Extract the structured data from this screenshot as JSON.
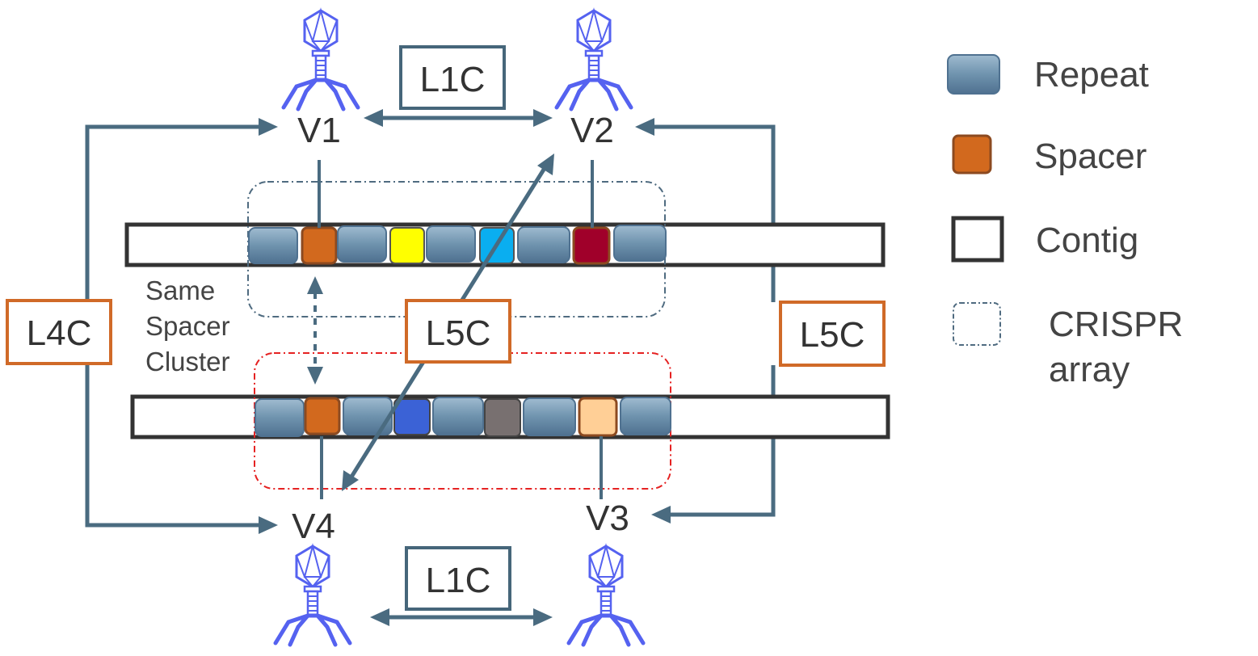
{
  "viruses": [
    {
      "id": "v1",
      "label": "V1"
    },
    {
      "id": "v2",
      "label": "V2"
    },
    {
      "id": "v3",
      "label": "V3"
    },
    {
      "id": "v4",
      "label": "V4"
    }
  ],
  "links": {
    "top_l1c": "L1C",
    "bottom_l1c": "L1C",
    "left_l4c": "L4C",
    "center_l5c": "L5C",
    "right_l5c": "L5C"
  },
  "cluster_label": [
    "Same",
    "Spacer",
    "Cluster"
  ],
  "legend": {
    "repeat": "Repeat",
    "spacer": "Spacer",
    "contig": "Contig",
    "crispr": [
      "CRISPR",
      "array"
    ]
  },
  "colors": {
    "arrow": "#4a6b80",
    "l1c_border": "#46667a",
    "l_orange_border": "#d06a28",
    "repeat_fill": "#6f93ae",
    "spacer_orange": "#d2691e",
    "spacer_border": "#8c4a20",
    "contig_border": "#333333",
    "crispr_top_border": "#4f6b80",
    "crispr_bottom_border": "#e52222",
    "phage": "#5562f0",
    "top_spacers": [
      "#d2691e",
      "#ffff00",
      "#0aaef0",
      "#a0002a"
    ],
    "bottom_spacers": [
      "#d2691e",
      "#3b62d6",
      "#787070",
      "#ffcf96"
    ]
  }
}
